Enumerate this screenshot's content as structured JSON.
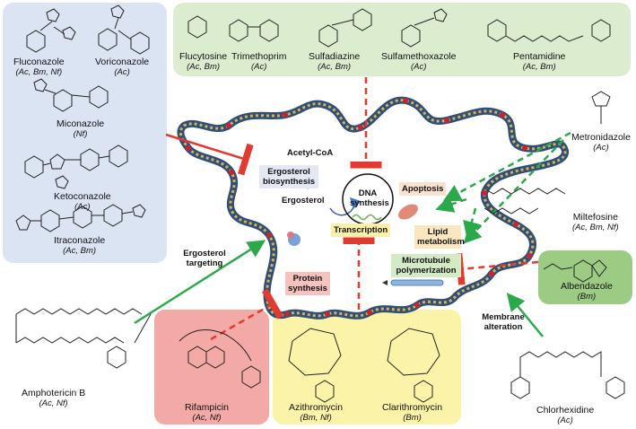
{
  "drugs": [
    {
      "id": "fluconazole",
      "name": "Fluconazole",
      "species": "(Ac, Bm, Nf)"
    },
    {
      "id": "voriconazole",
      "name": "Voriconazole",
      "species": "(Ac)"
    },
    {
      "id": "miconazole",
      "name": "Miconazole",
      "species": "(Nf)"
    },
    {
      "id": "ketoconazole",
      "name": "Ketoconazole",
      "species": "(Ac)"
    },
    {
      "id": "itraconazole",
      "name": "Itraconazole",
      "species": "(Ac, Bm)"
    },
    {
      "id": "flucytosine",
      "name": "Flucytosine",
      "species": "(Ac, Bm)"
    },
    {
      "id": "trimethoprim",
      "name": "Trimethoprim",
      "species": "(Ac)"
    },
    {
      "id": "sulfadiazine",
      "name": "Sulfadiazine",
      "species": "(Ac, Bm)"
    },
    {
      "id": "sulfamethoxazole",
      "name": "Sulfamethoxazole",
      "species": "(Ac)"
    },
    {
      "id": "pentamidine",
      "name": "Pentamidine",
      "species": "(Ac, Bm)"
    },
    {
      "id": "metronidazole",
      "name": "Metronidazole",
      "species": "(Ac)"
    },
    {
      "id": "miltefosine",
      "name": "Miltefosine",
      "species": "(Ac, Bm, Nf)"
    },
    {
      "id": "albendazole",
      "name": "Albendazole",
      "species": "(Bm)"
    },
    {
      "id": "chlorhexidine",
      "name": "Chlorhexidine",
      "species": "(Ac)"
    },
    {
      "id": "amphotericin",
      "name": "Amphotericin B",
      "species": "(Ac, Nf)"
    },
    {
      "id": "rifampicin",
      "name": "Rifampicin",
      "species": "(Ac, Nf)"
    },
    {
      "id": "azithromycin",
      "name": "Azithromycin",
      "species": "(Bm, Nf)"
    },
    {
      "id": "clarithromycin",
      "name": "Clarithromycin",
      "species": "(Bm)"
    }
  ],
  "targets": {
    "acetyl_coa": "Acetyl-CoA",
    "ergosterol_biosynthesis": "Ergosterol biosynthesis",
    "ergosterol": "Ergosterol",
    "dna_synthesis": "DNA synthesis",
    "apoptosis": "Apoptosis",
    "lipid_metabolism": "Lipid metabolism",
    "transcription": "Transcription",
    "microtubule_polymerization": "Microtubule polymerization",
    "protein_synthesis": "Protein synthesis"
  },
  "annotations": {
    "ergosterol_targeting": "Ergosterol targeting",
    "membrane_alteration": "Membrane alteration"
  },
  "colors": {
    "panel_blue": "#dbe4f3",
    "panel_green": "#dbeccf",
    "panel_dark_green": "#9ccb84",
    "panel_red": "#f3a9a6",
    "panel_yellow": "#fbf3a8",
    "inhibit_red": "#e23a2e",
    "arrow_green": "#2aa84a",
    "membrane_blue": "#2f4f7a",
    "membrane_gold": "#d8b24a"
  }
}
